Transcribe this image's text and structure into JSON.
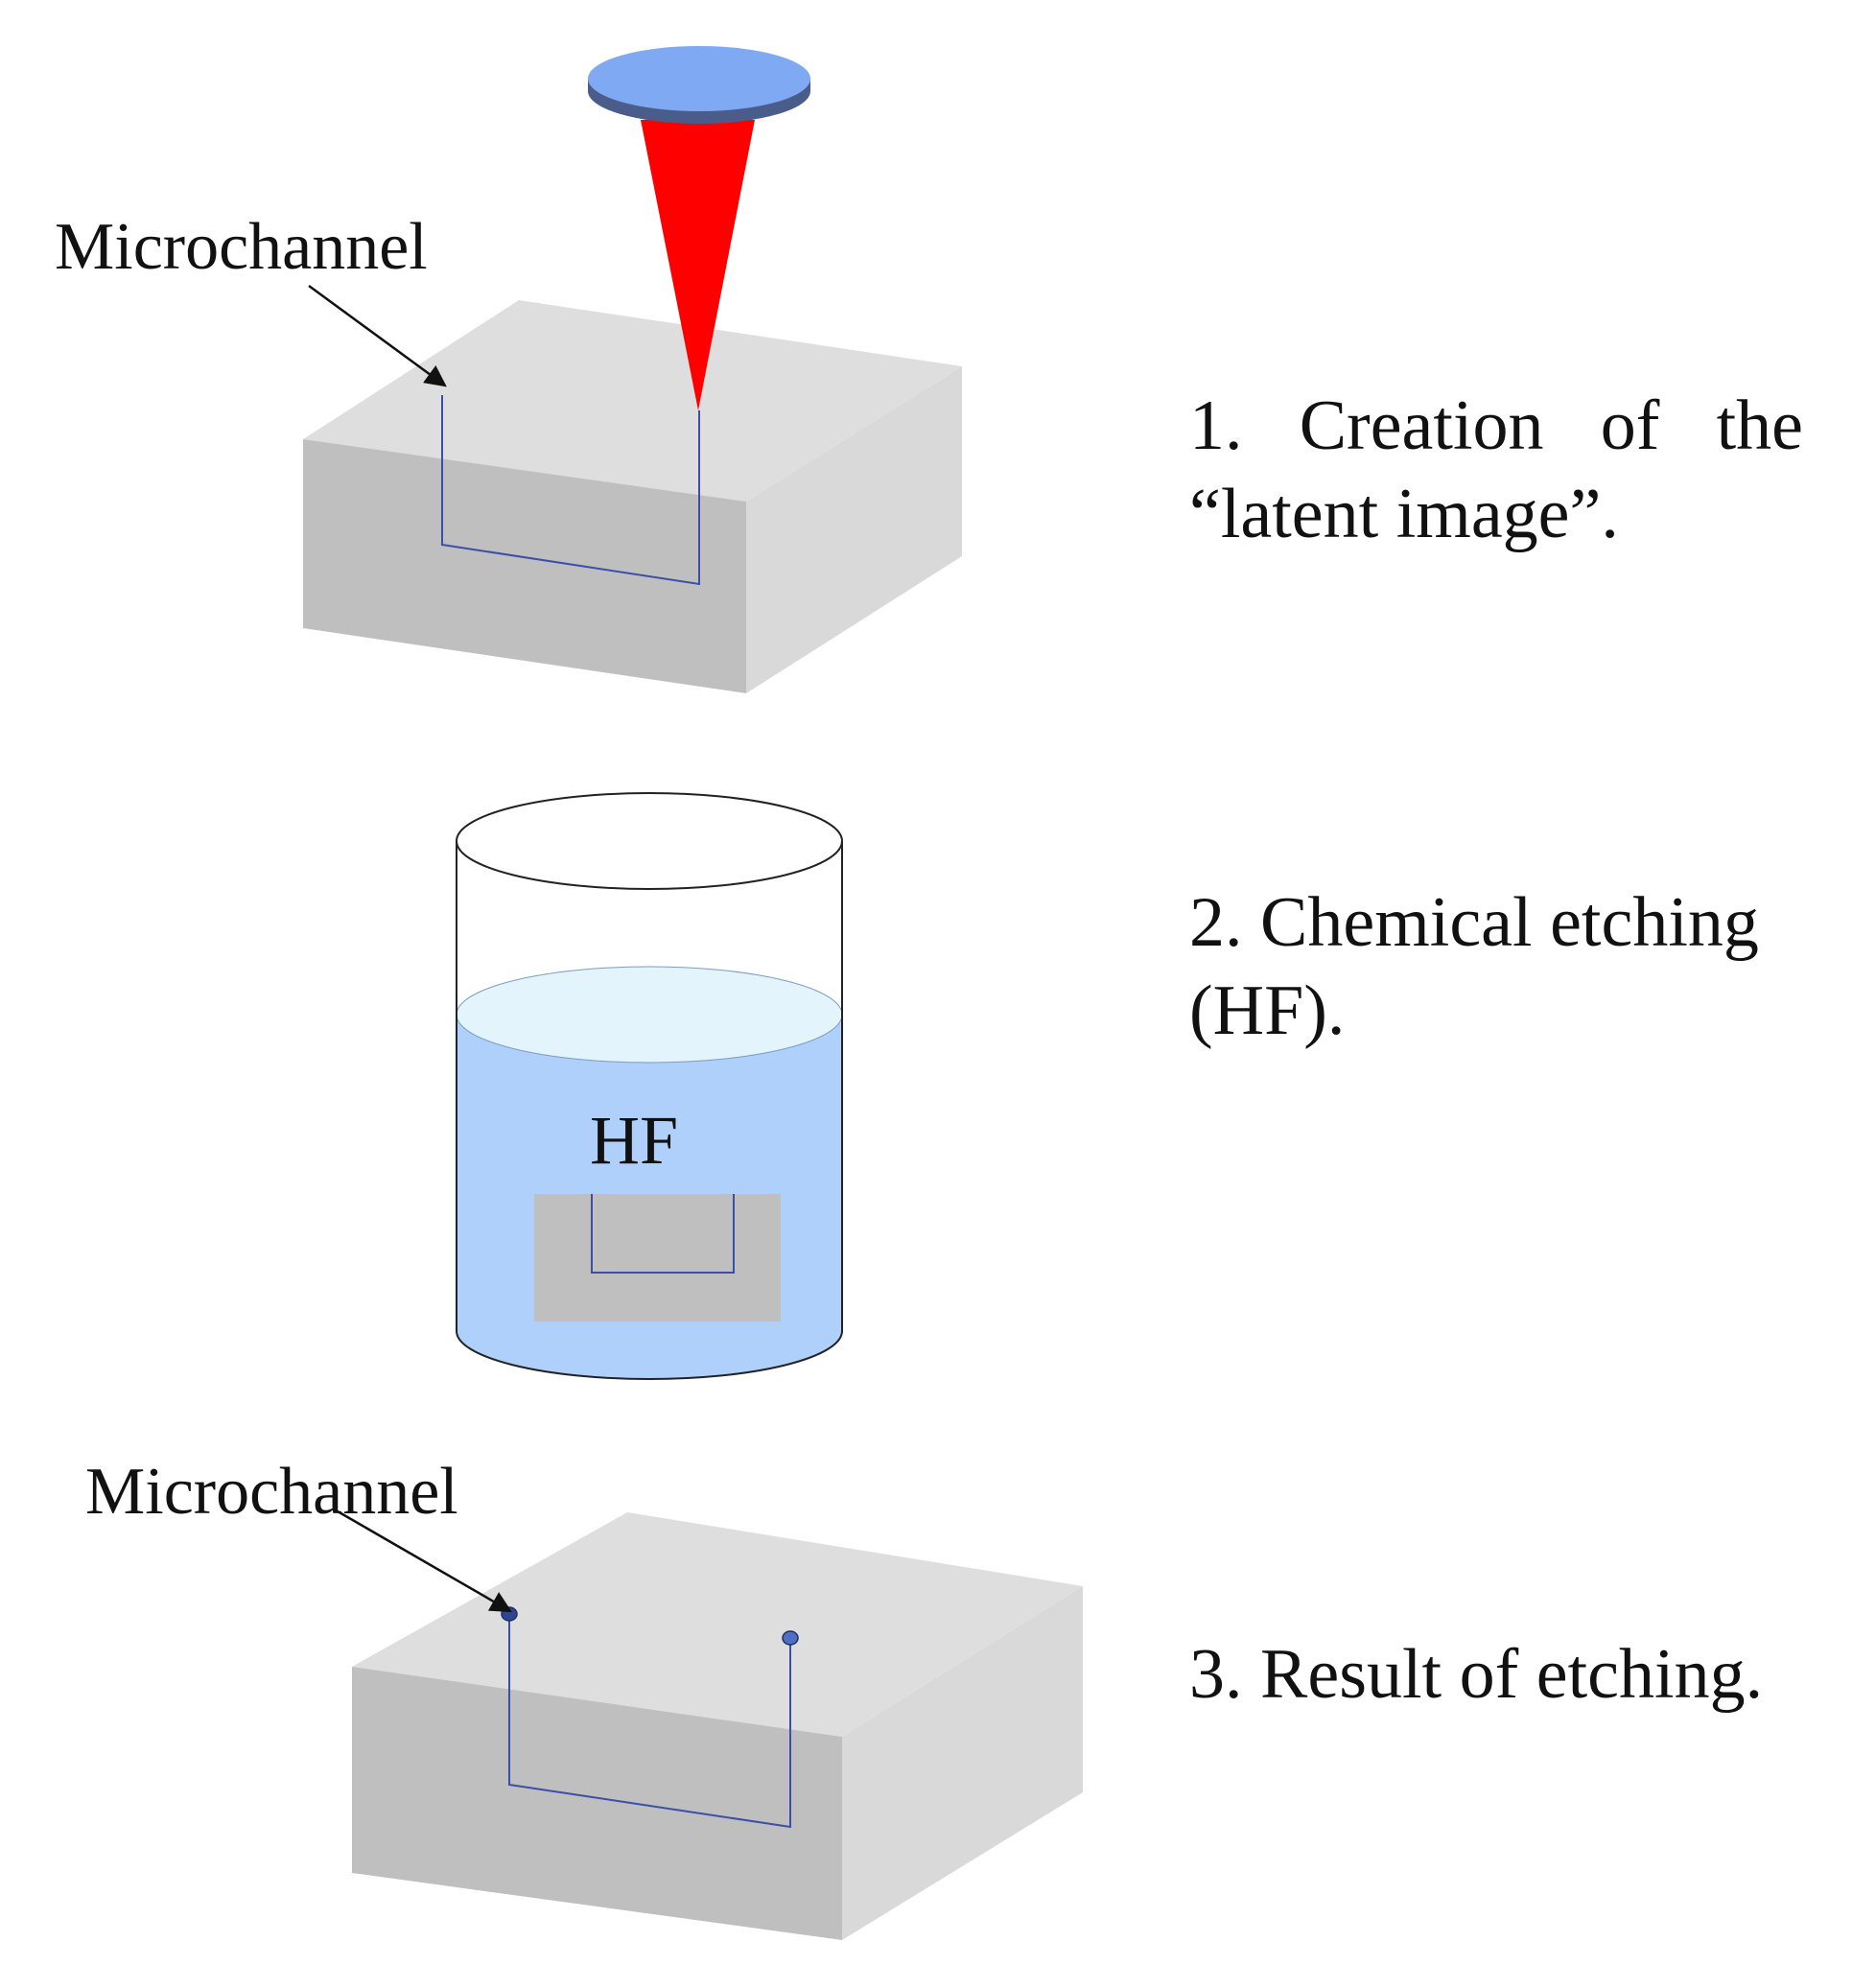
{
  "labels": {
    "microchannel_top": "Microchannel",
    "microchannel_bottom": "Microchannel",
    "hf": "HF"
  },
  "steps": [
    {
      "number": "1.",
      "line1_words": [
        "Creation",
        "of",
        "the"
      ],
      "line2": "“latent image”."
    },
    {
      "line1": "2. Chemical etching",
      "line2": "(HF)."
    },
    {
      "line1": "3. Result of etching."
    }
  ],
  "colors": {
    "block_top": "#dedede",
    "block_front": "#bfbfbf",
    "block_side": "#d9d9d9",
    "channel_line": "#3b4fa8",
    "laser_beam": "#ff0000",
    "lens_top": "#7fa9f2",
    "lens_edge": "#4a5c8a",
    "liquid": "#aed0fa",
    "liquid_surface": "#e3f4fc",
    "beaker_outline": "#222222",
    "arrow": "#111111"
  }
}
